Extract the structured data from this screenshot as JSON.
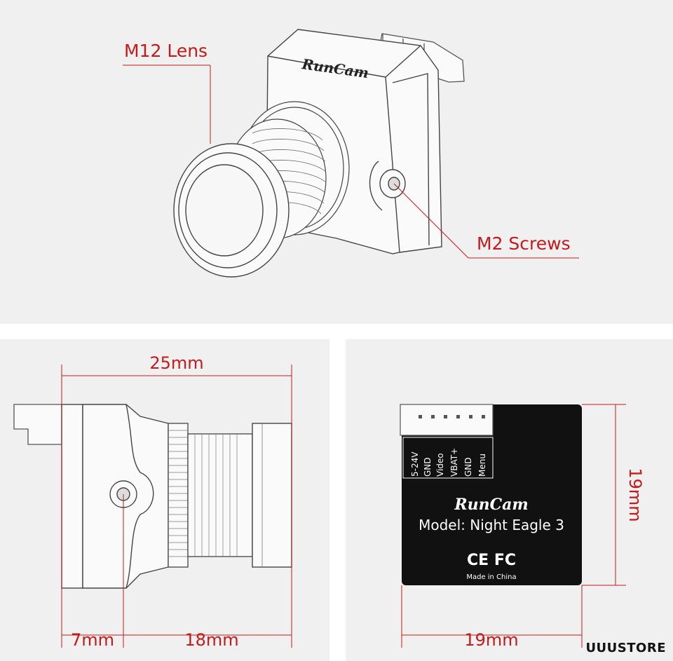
{
  "top": {
    "lens_label": "M12 Lens",
    "screws_label": "M2 Screws",
    "brand": "RunCam"
  },
  "side_view": {
    "width_label": "25mm",
    "lens_offset_label": "7mm",
    "body_label": "18mm"
  },
  "back_view": {
    "height_label": "19mm",
    "width_label": "19mm",
    "pins": [
      "5-24V",
      "GND",
      "Video",
      "VBAT+",
      "GND",
      "Menu"
    ],
    "brand": "RunCam",
    "model": "Model: Night Eagle 3",
    "cert": "CE FC",
    "made_in": "Made in China"
  },
  "watermark": "UUUSTORE",
  "colors": {
    "accent_red": "#c41a1a",
    "panel_bg": "#f0f0f0",
    "label_black": "#111111"
  }
}
